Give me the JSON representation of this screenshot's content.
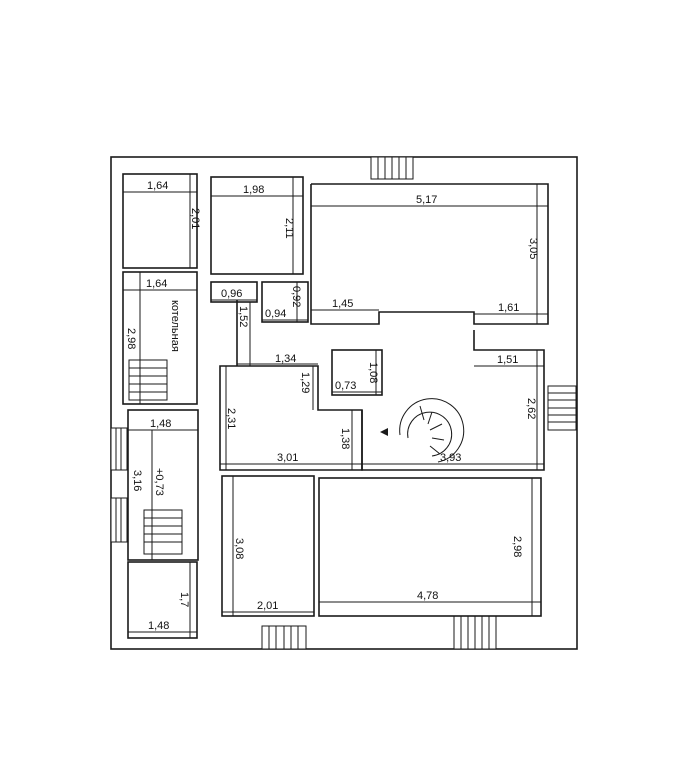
{
  "plan": {
    "room_label": "котельная",
    "level_mark": "+0,73",
    "dimensions": {
      "d164_top": "1,64",
      "d201_top": "2,01",
      "d198": "1,98",
      "d211": "2,11",
      "d517": "5,17",
      "d305": "3,05",
      "d164_b": "1,64",
      "d298_left": "2,98",
      "d096": "0,96",
      "d092": "0,92",
      "d094": "0,94",
      "d152": "1,52",
      "d145": "1,45",
      "d161": "1,61",
      "d134": "1,34",
      "d129": "1,29",
      "d108": "1,08",
      "d073": "0,73",
      "d151": "1,51",
      "d148_mid": "1,48",
      "d231": "2,31",
      "d262": "2,62",
      "d138": "1,38",
      "d316": "3,16",
      "d301": "3,01",
      "d393": "3,93",
      "d308": "3,08",
      "d298_right": "2,98",
      "d17": "1,7",
      "d201_bottom": "2,01",
      "d478": "4,78",
      "d148_bottom": "1,48"
    }
  },
  "colors": {
    "line": "#1a1a1a",
    "background": "#ffffff"
  }
}
